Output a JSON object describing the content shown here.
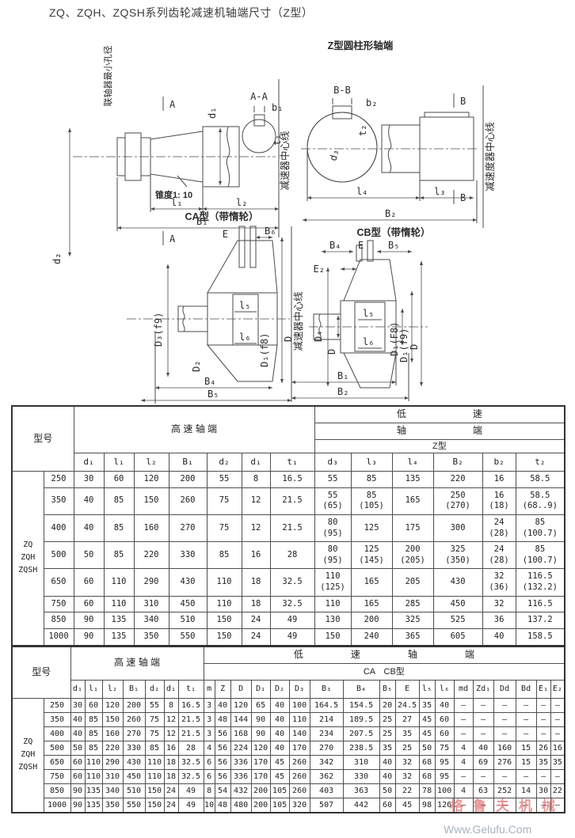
{
  "page_title": "ZQ、ZQH、ZQSH系列齿轮减速机轴端尺寸（Z型）",
  "watermark": {
    "cn": "格鲁夫机械",
    "url": "Www.Gelufu.Com"
  },
  "diag": {
    "coupling_bore": "联轴器最小孔径",
    "z_title": "Z型圆柱形轴端",
    "ca_title": "CA型（带惰轮）",
    "cb_title": "CB型（带惰轮）",
    "section_aa": "A-A",
    "section_bb": "B-B",
    "mark_a": "A",
    "mark_b": "B",
    "taper": "锥度1: 10",
    "centerline": "减速器中心线",
    "centerline2": "减速度器中心线",
    "d1": "d₁",
    "d2": "d₂",
    "d3": "d₃",
    "b1": "b₁",
    "b2": "b₂",
    "t1": "t₁",
    "t2": "t₂",
    "l1": "l₁",
    "l2": "l₂",
    "l3": "l₃",
    "l4": "l₄",
    "l5": "l₅",
    "l6": "l₆",
    "B1": "B₁",
    "B2": "B₂",
    "B4": "B₄",
    "B5": "B₅",
    "B6": "B₆",
    "E": "E",
    "E2": "E₂",
    "D": "D",
    "D2": "D₂",
    "D4": "D₄",
    "D1f8": "D₁(f8)",
    "D1F8": "D₁(F8)",
    "D1f9": "D₁(f9)",
    "D3f9": "D₃(f9)"
  },
  "table1": {
    "model_header": "型号",
    "high_speed_header": "高 速 轴 端",
    "low_row1": "低　　　　　　　速",
    "low_row2": "轴　　　　　　　端",
    "z_type": "Z型",
    "model_group": "ZQ\nZQH\nZQSH",
    "columns": [
      "d₁",
      "l₁",
      "l₂",
      "B₁",
      "d₂",
      "d₁",
      "t₁",
      "d₃",
      "l₃",
      "l₄",
      "B₂",
      "b₂",
      "t₂"
    ],
    "rows": [
      [
        "250",
        "30",
        "60",
        "120",
        "200",
        "55",
        "8",
        "16.5",
        "55",
        "85",
        "135",
        "220",
        "16",
        "58.5"
      ],
      [
        "350",
        "40",
        "85",
        "150",
        "260",
        "75",
        "12",
        "21.5",
        "55\n(65)",
        "85\n(105)",
        "165",
        "250\n(270)",
        "16\n(18)",
        "58.5\n(68..9)"
      ],
      [
        "400",
        "40",
        "85",
        "160",
        "270",
        "75",
        "12",
        "21.5",
        "80\n(95)",
        "125",
        "175",
        "300",
        "24\n(28)",
        "85\n(100.7)"
      ],
      [
        "500",
        "50",
        "85",
        "220",
        "330",
        "85",
        "16",
        "28",
        "80\n(95)",
        "125\n(145)",
        "200\n(205)",
        "325\n(350)",
        "24\n(28)",
        "85\n(100.7)"
      ],
      [
        "650",
        "60",
        "110",
        "290",
        "430",
        "110",
        "18",
        "32.5",
        "110\n(125)",
        "165",
        "205",
        "430",
        "32\n(36)",
        "116.5\n(132.2)"
      ],
      [
        "750",
        "60",
        "110",
        "310",
        "450",
        "110",
        "18",
        "32.5",
        "110",
        "165",
        "285",
        "450",
        "32",
        "116.5"
      ],
      [
        "850",
        "90",
        "135",
        "340",
        "510",
        "150",
        "24",
        "49",
        "130",
        "200",
        "325",
        "525",
        "36",
        "137.2"
      ],
      [
        "1000",
        "90",
        "135",
        "350",
        "550",
        "150",
        "24",
        "49",
        "150",
        "240",
        "365",
        "605",
        "40",
        "158.5"
      ]
    ]
  },
  "table2": {
    "model_header": "型号",
    "high_speed_header": "高 速 轴 端",
    "low_header": "低　　　　　速　　　　　轴　　　　　端",
    "ca_cb": "CA　CB型",
    "model_group": "ZQ\nZQH\nZQSH",
    "columns": [
      "d₁",
      "l₁",
      "l₂",
      "B₁",
      "d₂",
      "d₁",
      "t₁",
      "m",
      "Z",
      "D",
      "D₁",
      "D₂",
      "D₃",
      "B₃",
      "B₄",
      "B₅",
      "E",
      "l₅",
      "l₆",
      "md",
      "Zd₁",
      "Dd",
      "Bd",
      "E₁",
      "E₂"
    ],
    "rows": [
      [
        "250",
        "30",
        "60",
        "120",
        "200",
        "55",
        "8",
        "16.5",
        "3",
        "40",
        "120",
        "65",
        "40",
        "100",
        "164.5",
        "154.5",
        "20",
        "24.5",
        "35",
        "40",
        "–",
        "–",
        "–",
        "–",
        "–",
        "–"
      ],
      [
        "350",
        "40",
        "85",
        "150",
        "260",
        "75",
        "12",
        "21.5",
        "3",
        "48",
        "144",
        "90",
        "40",
        "110",
        "214",
        "189.5",
        "25",
        "27",
        "45",
        "60",
        "–",
        "–",
        "–",
        "–",
        "–",
        "–"
      ],
      [
        "400",
        "40",
        "85",
        "160",
        "270",
        "75",
        "12",
        "21.5",
        "3",
        "56",
        "168",
        "90",
        "40",
        "140",
        "234",
        "207.5",
        "25",
        "35",
        "45",
        "60",
        "–",
        "–",
        "–",
        "–",
        "–",
        "–"
      ],
      [
        "500",
        "50",
        "85",
        "220",
        "330",
        "85",
        "16",
        "28",
        "4",
        "56",
        "224",
        "120",
        "40",
        "170",
        "270",
        "238.5",
        "35",
        "25",
        "50",
        "75",
        "4",
        "40",
        "160",
        "15",
        "26",
        "16"
      ],
      [
        "650",
        "60",
        "110",
        "290",
        "430",
        "110",
        "18",
        "32.5",
        "6",
        "56",
        "336",
        "170",
        "45",
        "260",
        "342",
        "310",
        "40",
        "32",
        "68",
        "95",
        "4",
        "69",
        "276",
        "15",
        "35",
        "35"
      ],
      [
        "750",
        "60",
        "110",
        "310",
        "450",
        "110",
        "18",
        "32.5",
        "6",
        "56",
        "336",
        "170",
        "45",
        "260",
        "362",
        "330",
        "40",
        "32",
        "68",
        "95",
        "–",
        "–",
        "–",
        "–",
        "–",
        "–"
      ],
      [
        "850",
        "90",
        "135",
        "340",
        "510",
        "150",
        "24",
        "49",
        "8",
        "54",
        "432",
        "200",
        "105",
        "260",
        "403",
        "363",
        "50",
        "22",
        "78",
        "100",
        "4",
        "63",
        "252",
        "14",
        "30",
        "22"
      ],
      [
        "1000",
        "90",
        "135",
        "350",
        "550",
        "150",
        "24",
        "49",
        "10",
        "48",
        "480",
        "200",
        "105",
        "320",
        "507",
        "442",
        "60",
        "45",
        "98",
        "126",
        "–",
        "–",
        "–",
        "–",
        "–",
        "–"
      ]
    ]
  }
}
